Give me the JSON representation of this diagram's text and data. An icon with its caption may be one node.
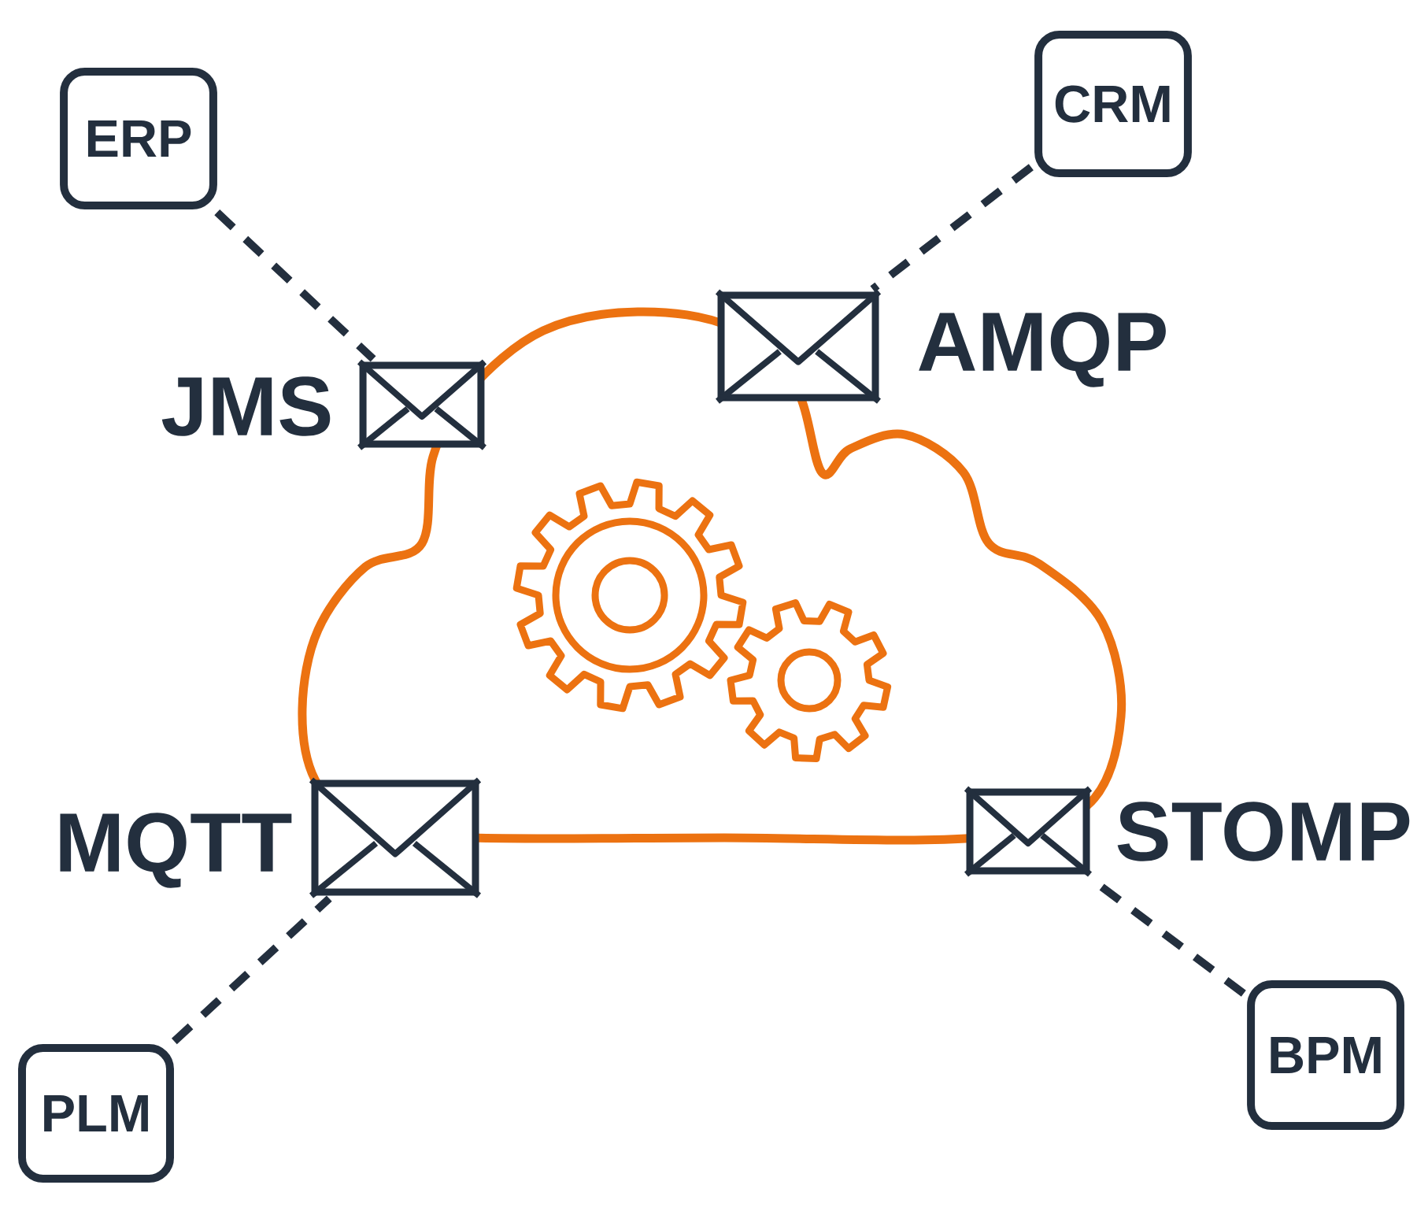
{
  "diagram": {
    "nodes": [
      {
        "text": [
          "ERP"
        ]
      },
      {
        "text": [
          "CRM"
        ]
      },
      {
        "text": [],
        "shape": "envelope",
        "beside": [
          "AMQP"
        ]
      },
      {
        "text": [],
        "shape": "envelope",
        "beside": [
          "JMS"
        ]
      },
      {
        "text": [],
        "shape": "cloud"
      },
      {
        "text": [],
        "shape": "envelope",
        "beside": [
          "MQTT"
        ]
      },
      {
        "text": [],
        "shape": "envelope",
        "beside": [
          "STOMP"
        ]
      },
      {
        "text": [
          "BPM"
        ]
      },
      {
        "text": [
          "PLM"
        ]
      }
    ],
    "edges": [
      {
        "from": 0,
        "to": 3,
        "arrow": "none",
        "style": "dashed"
      },
      {
        "from": 1,
        "to": 2,
        "arrow": "none",
        "style": "dashed"
      },
      {
        "from": 8,
        "to": 5,
        "arrow": "none",
        "style": "dashed"
      },
      {
        "from": 7,
        "to": 6,
        "arrow": "none",
        "style": "dashed"
      }
    ]
  }
}
